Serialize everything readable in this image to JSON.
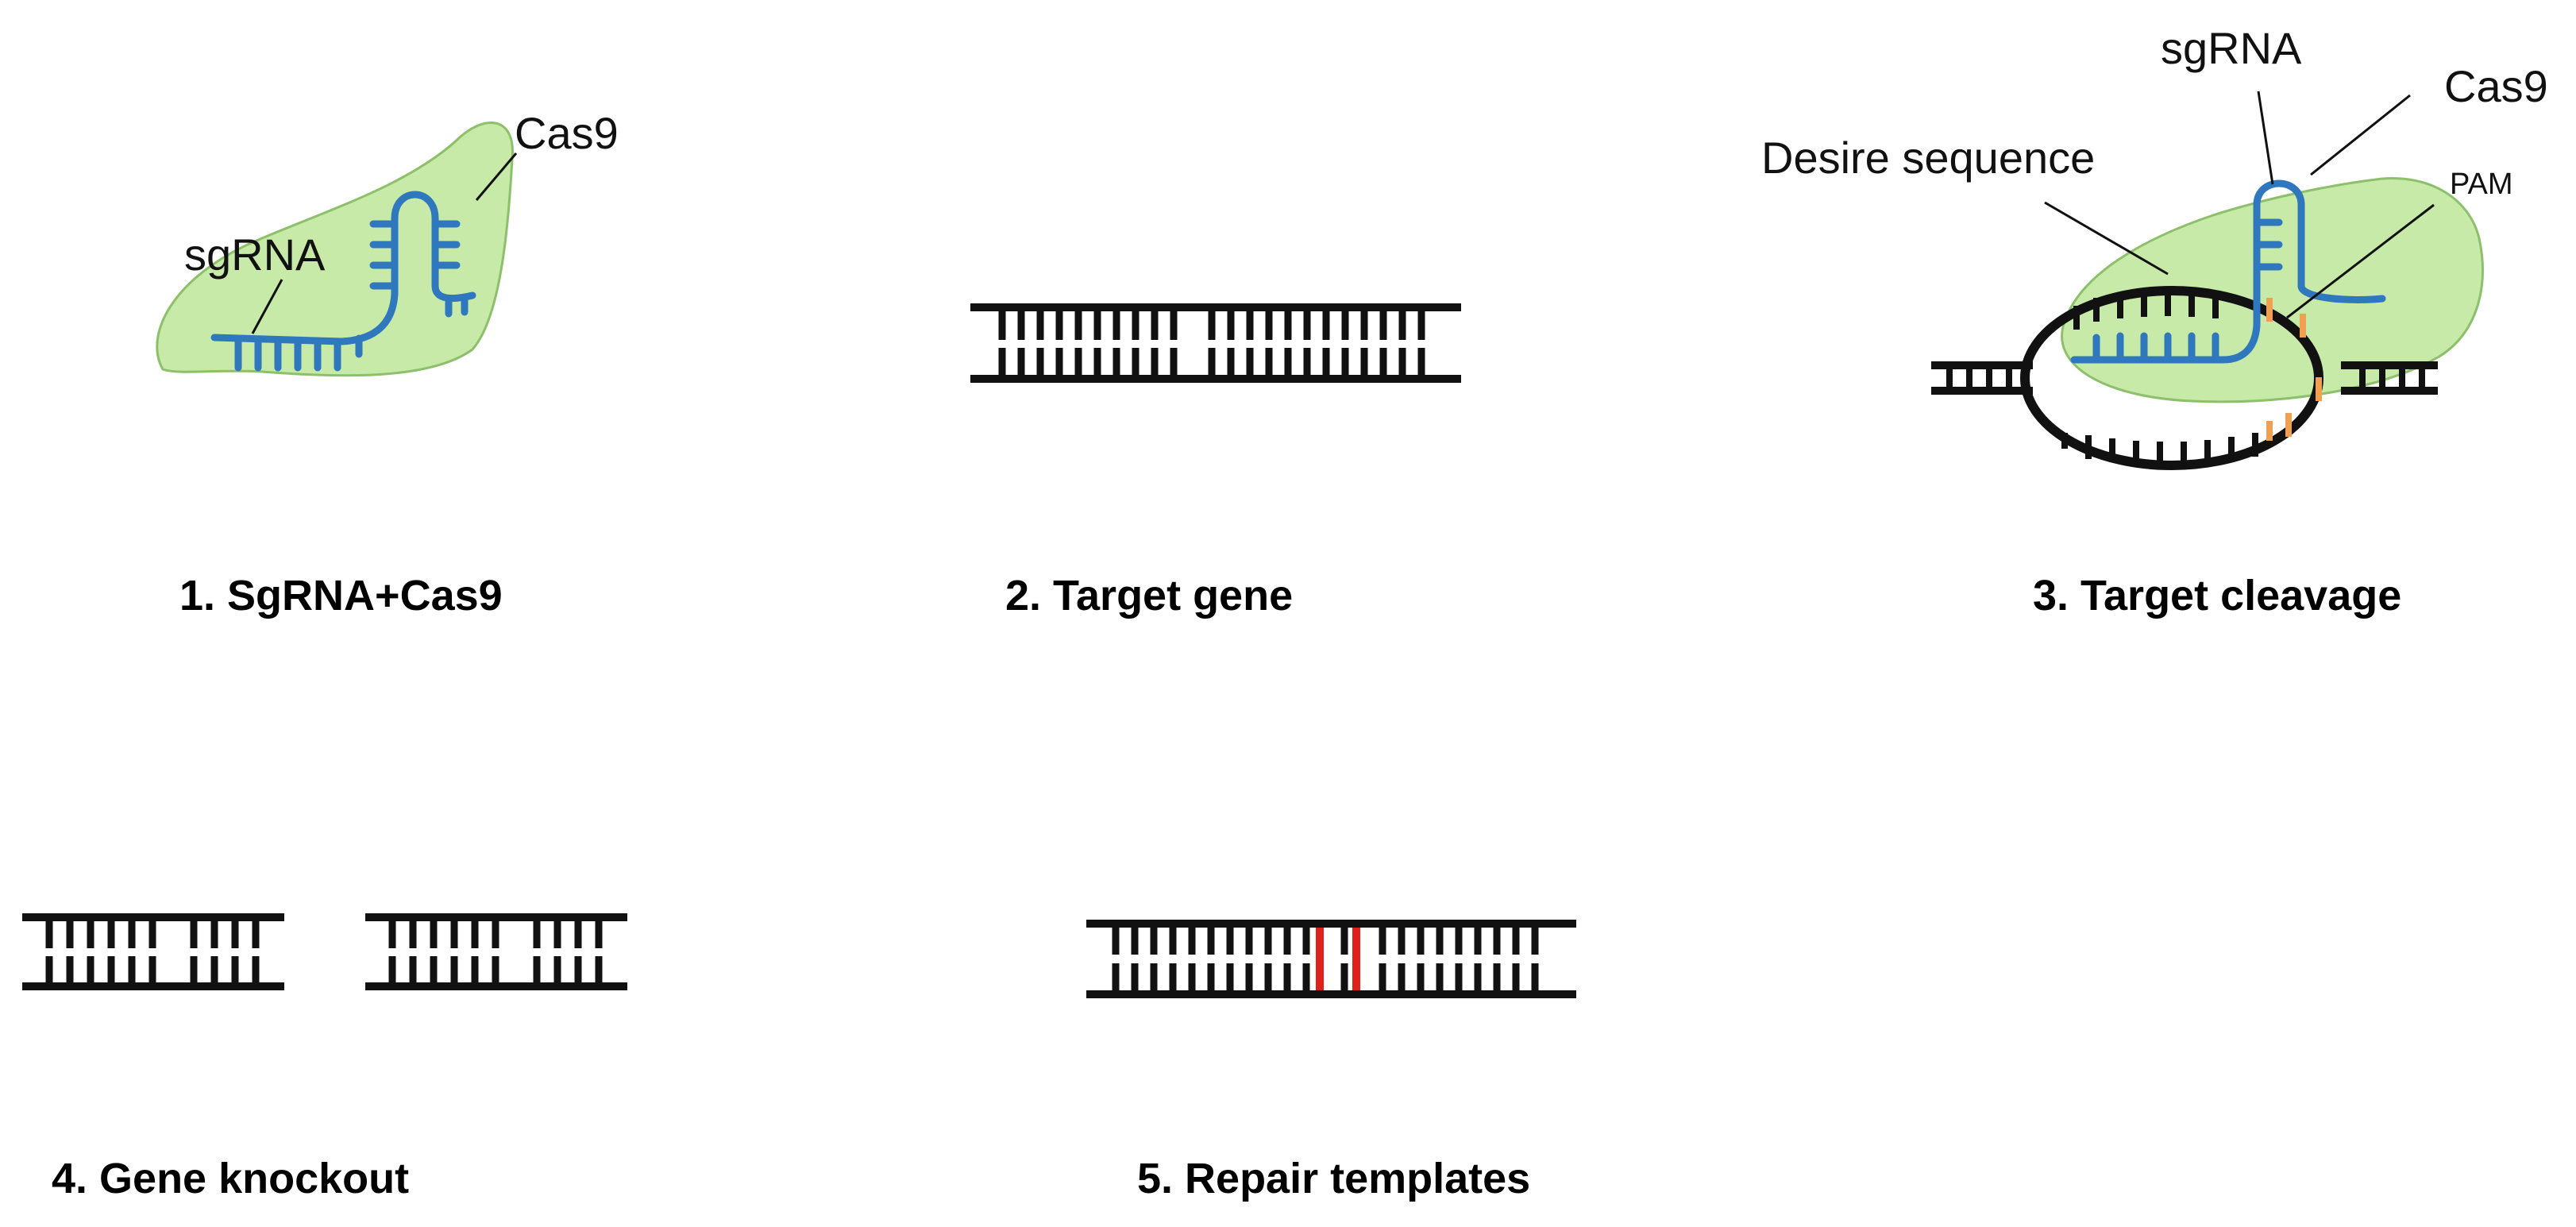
{
  "panels": [
    {
      "id": "p1",
      "caption": "1. SgRNA+Cas9",
      "labels": {
        "cas9": "Cas9",
        "sgrna": "sgRNA"
      }
    },
    {
      "id": "p2",
      "caption": "2. Target gene"
    },
    {
      "id": "p3",
      "caption": "3. Target cleavage",
      "labels": {
        "sgrna": "sgRNA",
        "cas9": "Cas9",
        "desire": "Desire sequence",
        "pam": "PAM"
      }
    },
    {
      "id": "p4",
      "caption": "4. Gene knockout"
    },
    {
      "id": "p5",
      "caption": "5. Repair templates"
    }
  ],
  "colors": {
    "protein_fill": "#c8eaa8",
    "protein_stroke": "#8cc06a",
    "rna": "#2f78bd",
    "dna": "#111111",
    "pam": "#f0a050",
    "repair": "#e0201a"
  }
}
